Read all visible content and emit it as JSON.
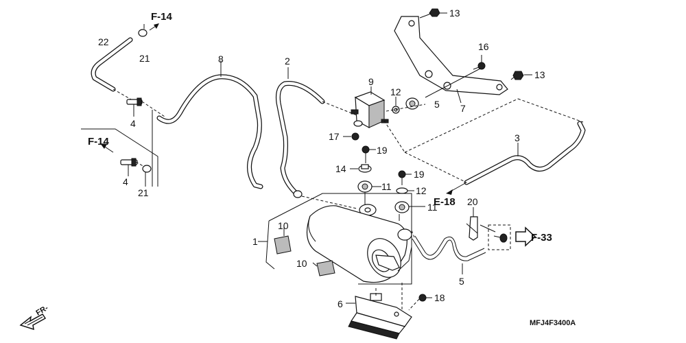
{
  "callouts": {
    "p1": "1",
    "p2": "2",
    "p3": "3",
    "p4a": "4",
    "p4b": "4",
    "p5a": "5",
    "p5b": "5",
    "p6": "6",
    "p7": "7",
    "p8": "8",
    "p9": "9",
    "p10a": "10",
    "p10b": "10",
    "p11a": "11",
    "p11b": "11",
    "p12a": "12",
    "p12b": "12",
    "p13a": "13",
    "p13b": "13",
    "p14": "14",
    "p16": "16",
    "p17": "17",
    "p18": "18",
    "p19a": "19",
    "p19b": "19",
    "p20": "20",
    "p21a": "21",
    "p21b": "21",
    "p22": "22"
  },
  "references": {
    "f14_top": "F-14",
    "f14_left": "F-14",
    "e18": "E-18",
    "f33": "F-33"
  },
  "front_arrow": "FR-",
  "diagram_code": "MFJ4F3400A"
}
